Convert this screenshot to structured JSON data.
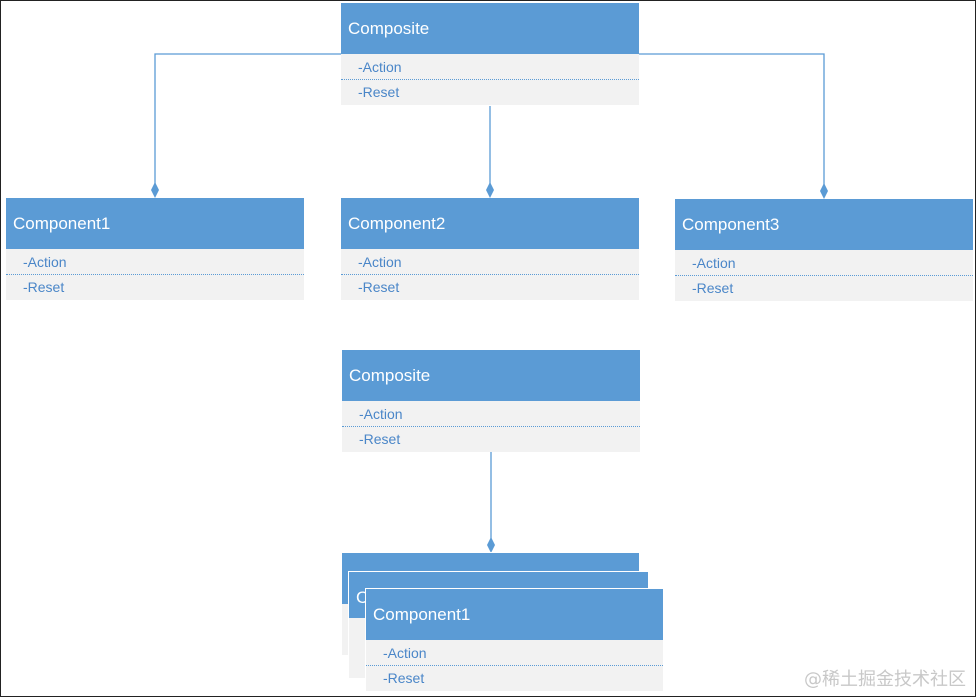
{
  "diagram": {
    "top": {
      "composite": {
        "title": "Composite",
        "members": [
          "-Action",
          "-Reset"
        ]
      },
      "children": [
        {
          "title": "Component1",
          "members": [
            "-Action",
            "-Reset"
          ]
        },
        {
          "title": "Component2",
          "members": [
            "-Action",
            "-Reset"
          ]
        },
        {
          "title": "Component3",
          "members": [
            "-Action",
            "-Reset"
          ]
        }
      ]
    },
    "bottom": {
      "composite": {
        "title": "Composite",
        "members": [
          "-Action",
          "-Reset"
        ]
      },
      "stack_partial_label": "C",
      "front": {
        "title": "Component1",
        "members": [
          "-Action",
          "-Reset"
        ]
      }
    }
  },
  "colors": {
    "header": "#5b9bd5",
    "body": "#f2f2f2",
    "member_text": "#4a86c8",
    "connector": "#5b9bd5"
  },
  "watermark": "@稀土掘金技术社区"
}
